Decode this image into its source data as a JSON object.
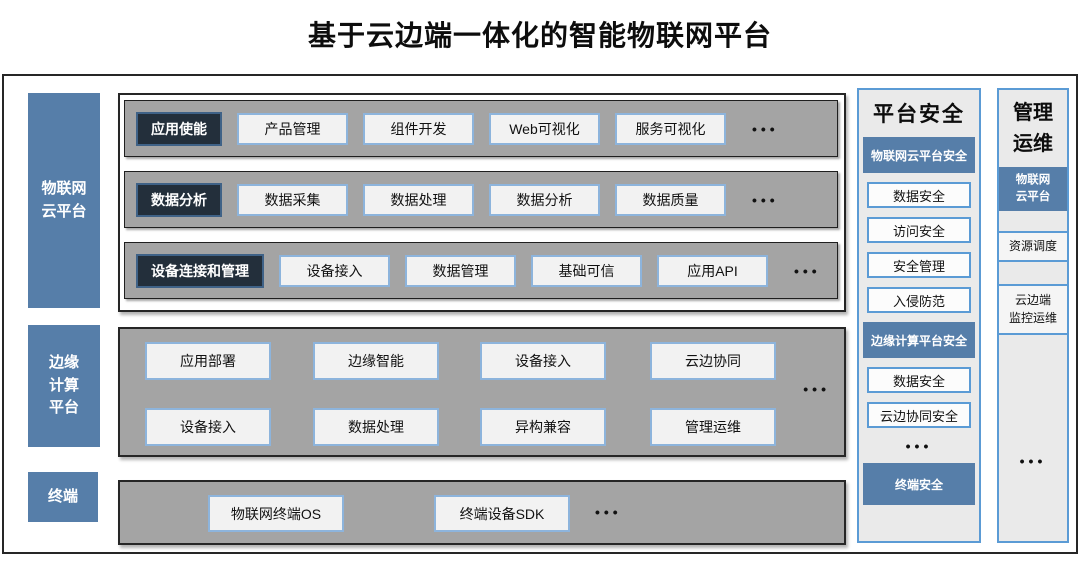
{
  "title": "基于云边端一体化的智能物联网平台",
  "ellipsis": "•••",
  "left_labels": {
    "cloud": "物联网\n云平台",
    "edge": "边缘\n计算\n平台",
    "terminal": "终端"
  },
  "cloud_rows": [
    {
      "head": "应用使能",
      "items": [
        "产品管理",
        "组件开发",
        "Web可视化",
        "服务可视化"
      ]
    },
    {
      "head": "数据分析",
      "items": [
        "数据采集",
        "数据处理",
        "数据分析",
        "数据质量"
      ]
    },
    {
      "head": "设备连接和管理",
      "items": [
        "设备接入",
        "数据管理",
        "基础可信",
        "应用API"
      ]
    }
  ],
  "edge_rows": [
    [
      "应用部署",
      "边缘智能",
      "设备接入",
      "云边协同"
    ],
    [
      "设备接入",
      "数据处理",
      "异构兼容",
      "管理运维"
    ]
  ],
  "terminal_items": [
    "物联网终端OS",
    "终端设备SDK"
  ],
  "security": {
    "title": "平台安全",
    "items": [
      {
        "label": "物联网云平台安全",
        "style": "filled"
      },
      {
        "label": "数据安全",
        "style": "outline"
      },
      {
        "label": "访问安全",
        "style": "outline"
      },
      {
        "label": "安全管理",
        "style": "outline"
      },
      {
        "label": "入侵防范",
        "style": "outline"
      },
      {
        "label": "边缘计算平台安全",
        "style": "filled"
      },
      {
        "label": "数据安全",
        "style": "outline"
      },
      {
        "label": "云边协同安全",
        "style": "outline"
      },
      {
        "label": "终端安全",
        "style": "filled"
      }
    ]
  },
  "ops": {
    "title": "管理\n运维",
    "items": [
      {
        "label": "物联网\n云平台",
        "style": "filled"
      },
      {
        "label": "资源调度",
        "style": "outline"
      },
      {
        "label": "云边端\n监控运维",
        "style": "outline"
      }
    ]
  },
  "colors": {
    "steel_blue": "#567EA9",
    "dark_navy": "#232F3B",
    "panel_border_blue": "#5B9BD5",
    "light_box_border": "#8DB4DC",
    "gray_row": "#A4A4A4"
  }
}
